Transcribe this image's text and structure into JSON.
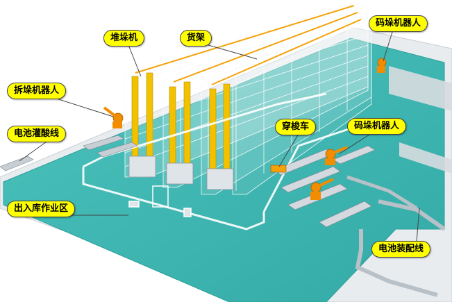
{
  "labels": {
    "stacker_crane": "堆垛机",
    "storage_rack": "货架",
    "palletizing_robot_top": "码垛机器人",
    "depalletizing_robot": "拆垛机器人",
    "battery_acid_filling_line": "电池灌酸线",
    "shuttle_car": "穿梭车",
    "palletizing_robot_mid": "码垛机器人",
    "inbound_outbound_zone": "出入库作业区",
    "battery_assembly_line": "电池装配线"
  },
  "colors": {
    "floor": "#3fb9b4",
    "floor_edge": "#2a9e99",
    "platform": "#e6eaee",
    "rack_frame": "#f0f4f7",
    "rail": "#f5a20a",
    "stacker_yellow": "#f2c200",
    "robot_orange": "#f28c00",
    "label_fill": "#ffff00"
  }
}
